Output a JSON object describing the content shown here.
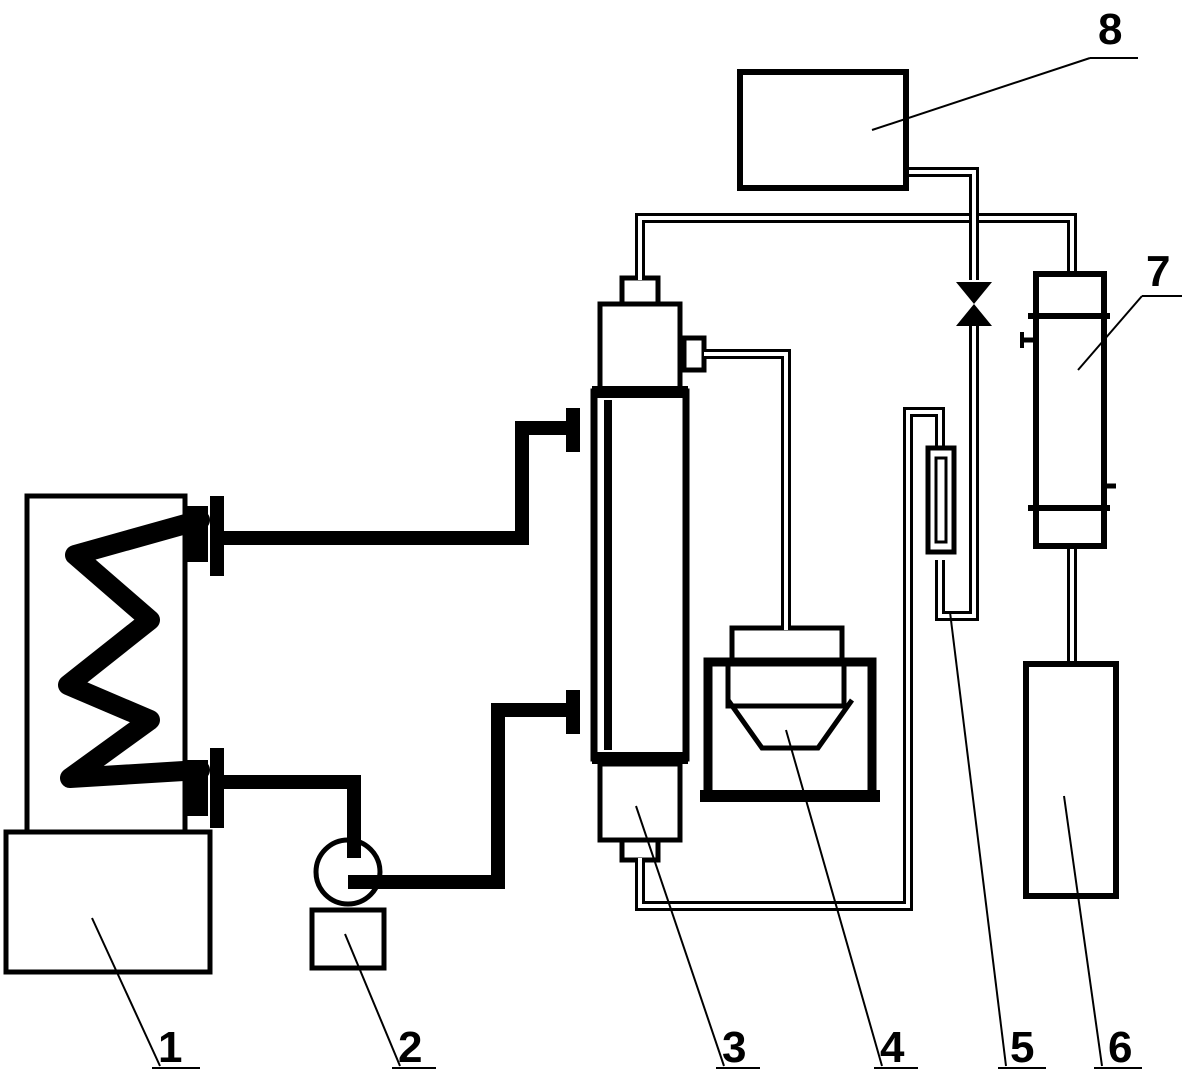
{
  "labels": {
    "l1": "1",
    "l2": "2",
    "l3": "3",
    "l4": "4",
    "l5": "5",
    "l6": "6",
    "l7": "7",
    "l8": "8"
  },
  "colors": {
    "ink": "#000000",
    "paper": "#ffffff"
  }
}
